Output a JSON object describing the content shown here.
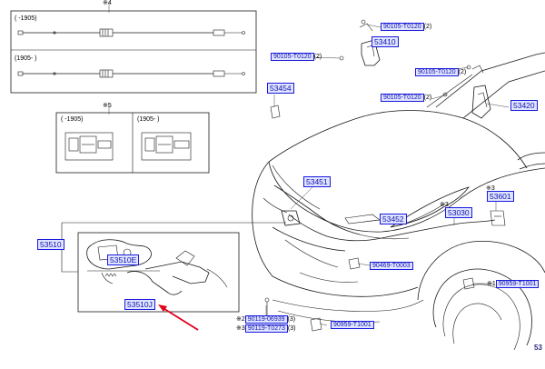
{
  "diagram": {
    "callouts": {
      "c4": "※4",
      "c5": "※5",
      "c3a": "※3",
      "c1": "※1"
    },
    "inset_cable_top": {
      "range": "(    -1905)"
    },
    "inset_cable_bottom": {
      "range": "(1905-      )"
    },
    "inset_latch_left": {
      "range": "(      -1905)"
    },
    "inset_latch_right": {
      "range": "(1905-      )"
    },
    "parts": {
      "p53410": "53410",
      "p53454": "53454",
      "p53420": "53420",
      "p53451": "53451",
      "p53452": "53452",
      "p53030": "53030",
      "p53601": "53601",
      "p53510": "53510",
      "p53510E": "53510E",
      "p53510J": "53510J"
    },
    "bolts": {
      "b1": {
        "num": "90105-T0120",
        "qty": "(2)"
      },
      "b2": {
        "num": "90105-T0120",
        "qty": "(2)"
      },
      "b3": {
        "num": "90105-T0120",
        "qty": "(2)"
      },
      "b4": {
        "num": "90105-T0120",
        "qty": "(2)"
      },
      "b5": {
        "num": "90469-T0003",
        "qty": ""
      },
      "b6": {
        "num": "90959-T1001",
        "qty": ""
      },
      "b7": {
        "num": "90959-T1001",
        "qty": ""
      },
      "b8": {
        "num": "90119-06939",
        "qty": "(3)",
        "mark": "※2"
      },
      "b9": {
        "num": "90119-T0273",
        "qty": "(3)",
        "mark": "※3"
      }
    },
    "page_fragment": "53",
    "colors": {
      "part_box_border": "#1a1adc",
      "part_box_fill": "#dfe4ff",
      "part_text": "#1111b0",
      "bolt_text": "#006a00",
      "highlight": "#e0001a",
      "arrow": "#e0001a"
    }
  }
}
